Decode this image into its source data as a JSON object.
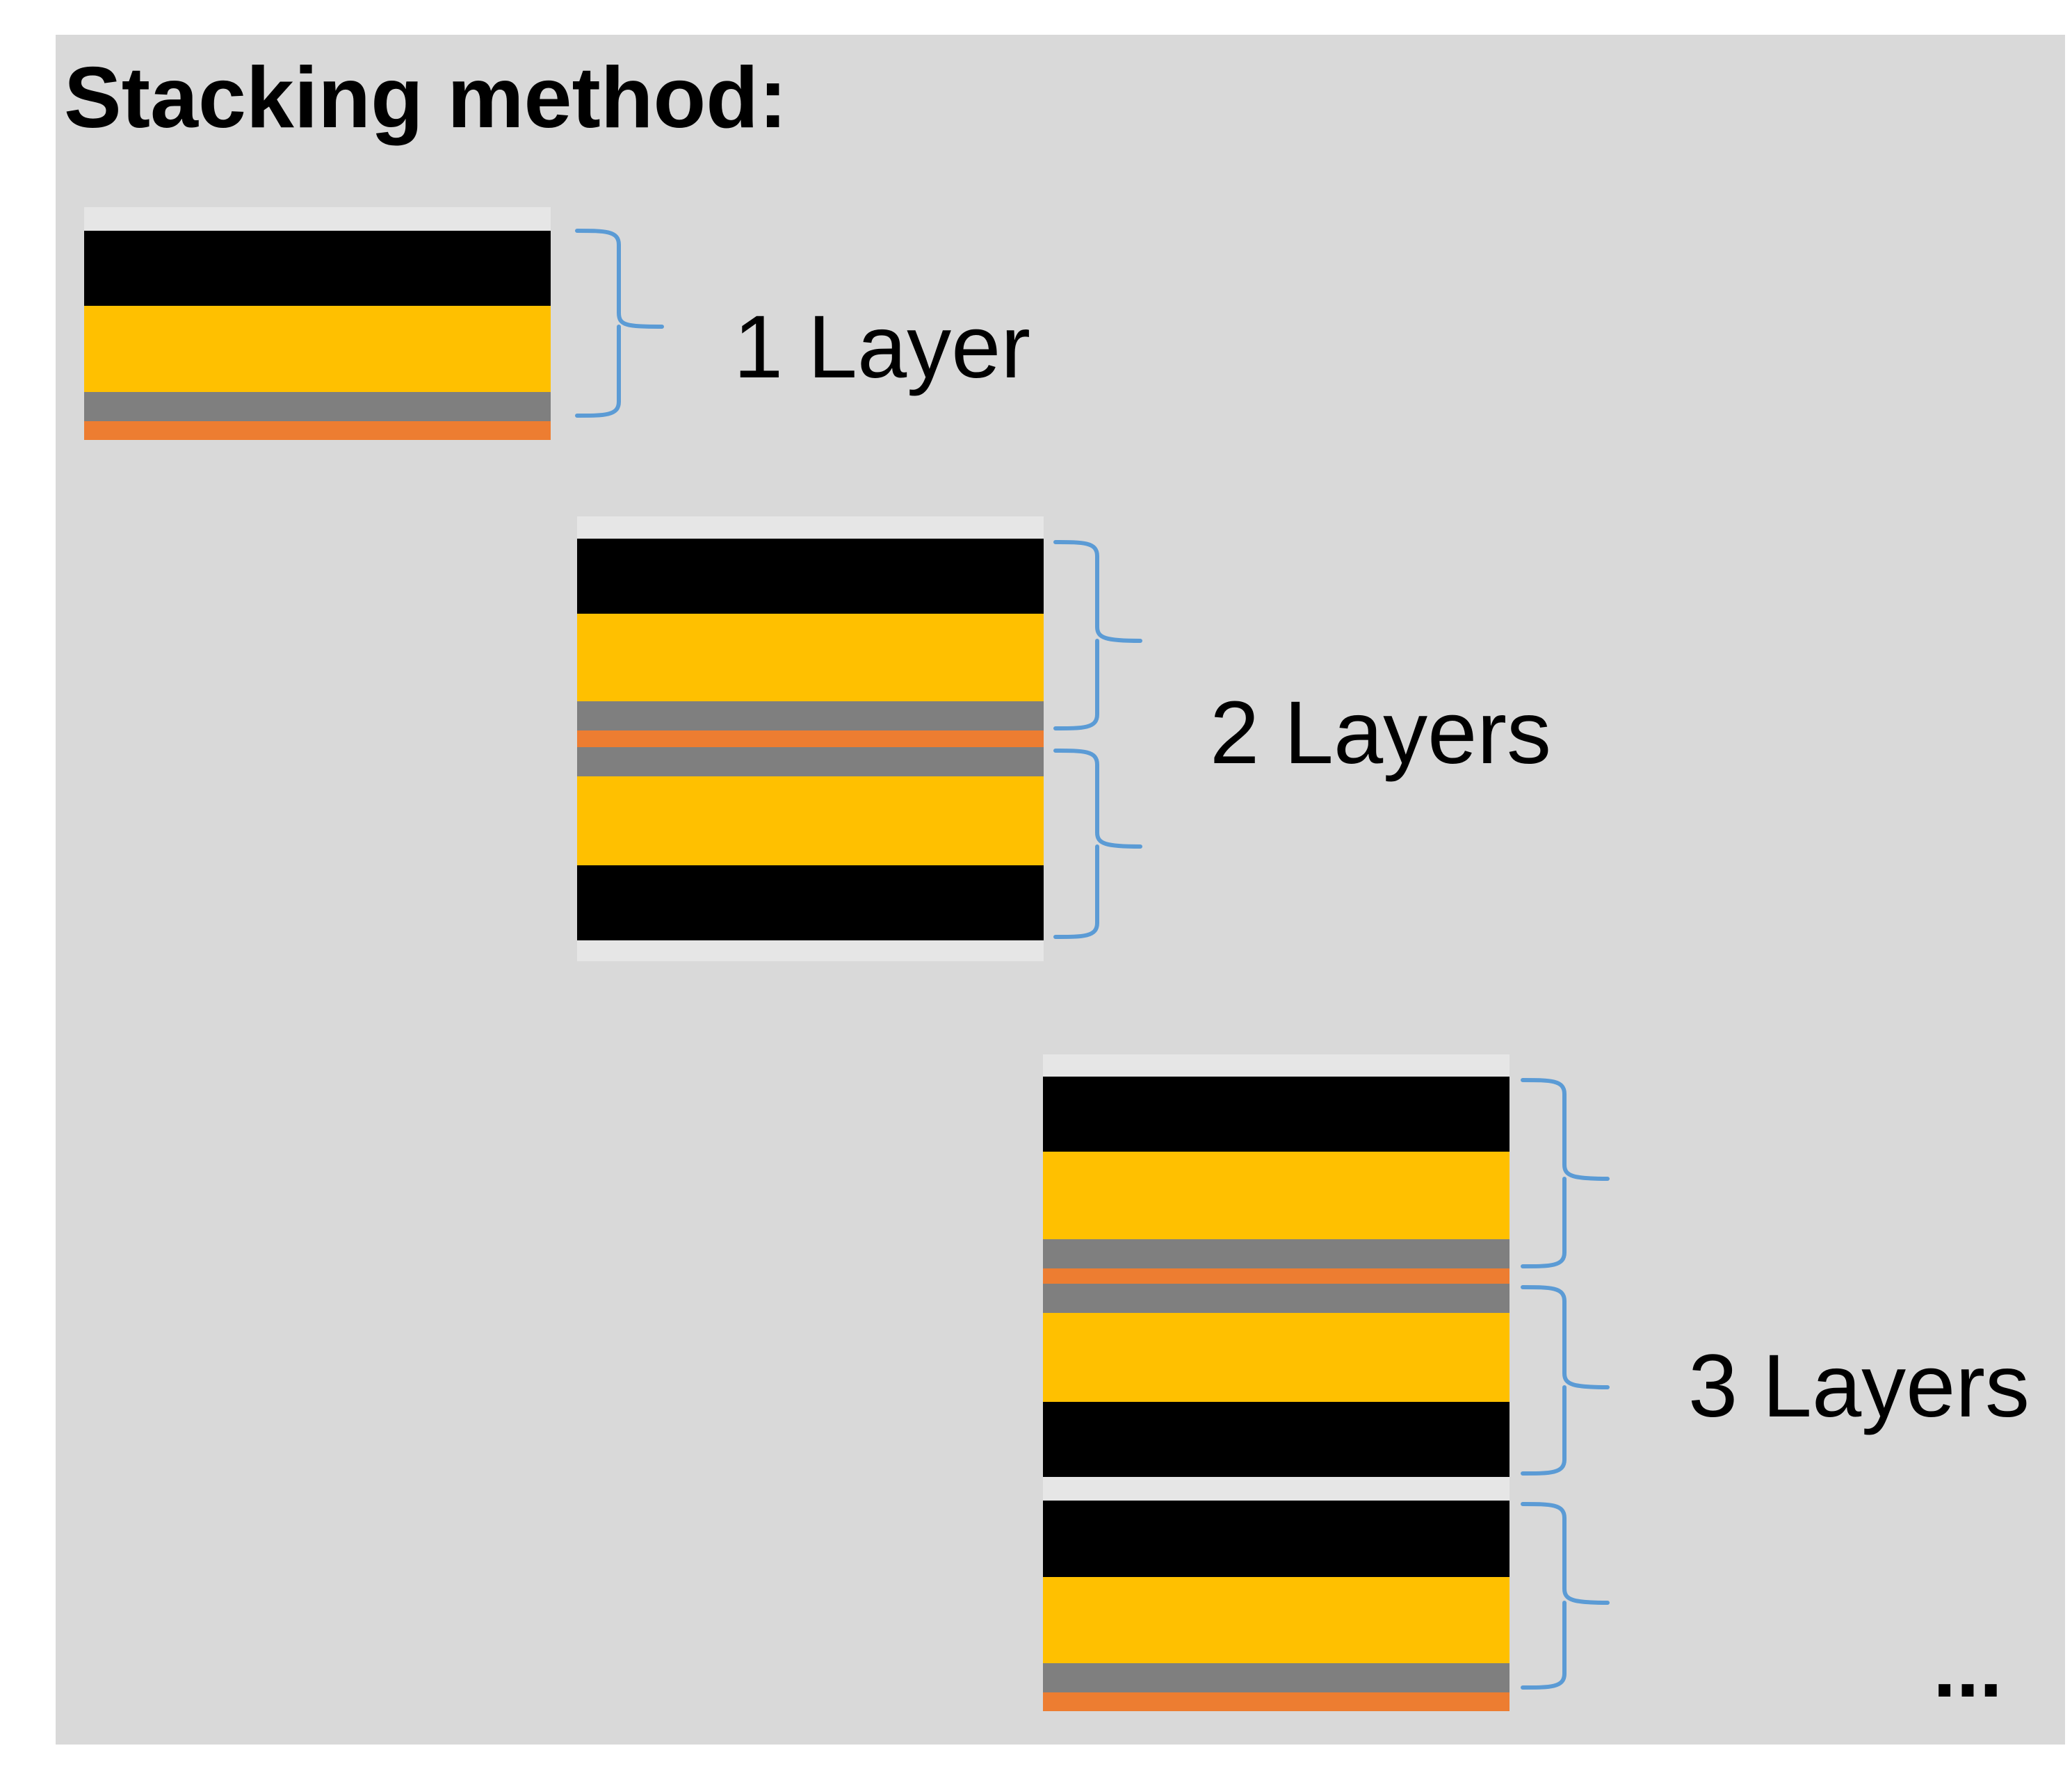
{
  "title": "Stacking method:",
  "colors": {
    "panel_background": "#d9d9d9",
    "film": "#e6e6e6",
    "black_layer": "#000000",
    "yellow_layer": "#ffc000",
    "gray_layer": "#7f7f7f",
    "orange_layer": "#ed7d31",
    "brace": "#5b9bd5"
  },
  "stacks": [
    {
      "label": "1 Layer",
      "layer_count": 1
    },
    {
      "label": "2 Layers",
      "layer_count": 2
    },
    {
      "label": "3 Layers",
      "layer_count": 3
    }
  ],
  "continuation": "..."
}
